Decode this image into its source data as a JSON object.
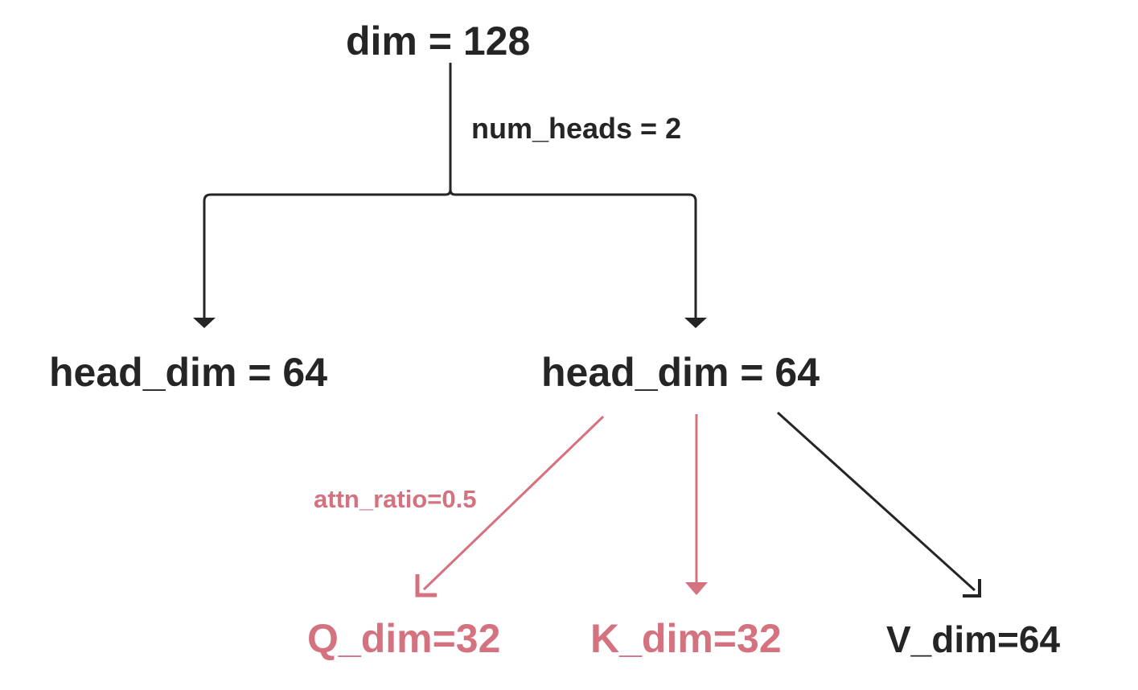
{
  "diagram": {
    "root": {
      "text": "dim = 128"
    },
    "split_label": {
      "text": "num_heads = 2"
    },
    "heads": [
      {
        "text": "head_dim = 64"
      },
      {
        "text": "head_dim = 64"
      }
    ],
    "ratio_label": {
      "text": "attn_ratio=0.5"
    },
    "outputs": [
      {
        "text": "Q_dim=32"
      },
      {
        "text": "K_dim=32"
      },
      {
        "text": "V_dim=64"
      }
    ]
  },
  "colors": {
    "dark": "#252525",
    "accent": "#d4727f",
    "background": "#ffffff"
  }
}
